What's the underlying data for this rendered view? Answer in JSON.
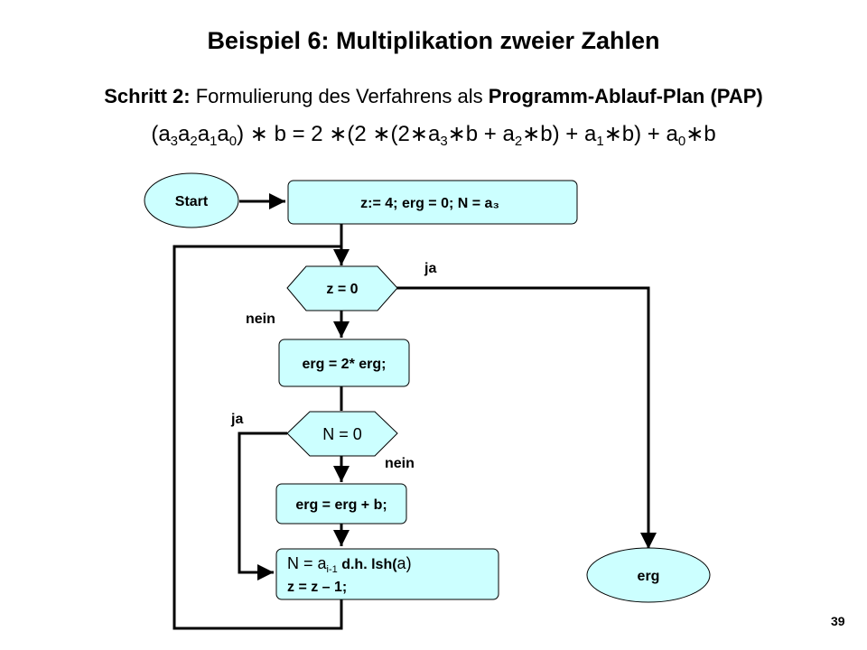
{
  "title": "Beispiel 6: Multiplikation zweier Zahlen",
  "step": {
    "label": "Schritt 2:",
    "text": " Formulierung des Verfahrens als ",
    "emphasis": "Programm-Ablauf-Plan (PAP)"
  },
  "formula": {
    "a": "a",
    "i3": "3",
    "i2": "2",
    "i1": "1",
    "i0": "0",
    "open": "(",
    "rest1": ") ∗ b = 2 ∗(2 ∗(2∗",
    "rest2": "∗b + ",
    "rest3": "∗b) + ",
    "rest4": "∗b) + ",
    "rest5": "∗b"
  },
  "flowchart": {
    "start": "Start",
    "init": "z:= 4; erg = 0; N = a₃",
    "cond1": "z = 0",
    "cond1_yes": "ja",
    "cond1_no": "nein",
    "double": "erg = 2* erg;",
    "cond2": "N = 0",
    "cond2_yes": "ja",
    "cond2_no": "nein",
    "add": "erg = erg + b;",
    "shift_line1_a": "N = a",
    "shift_line1_sub": "i-1",
    "shift_line1_b": " d.h. lsh(",
    "shift_line1_c": "a",
    "shift_line1_d": ")",
    "shift_line2": "z = z – 1;",
    "end": "erg"
  },
  "colors": {
    "box_fill": "#ccffff",
    "stroke": "#000000"
  },
  "page_number": "39"
}
